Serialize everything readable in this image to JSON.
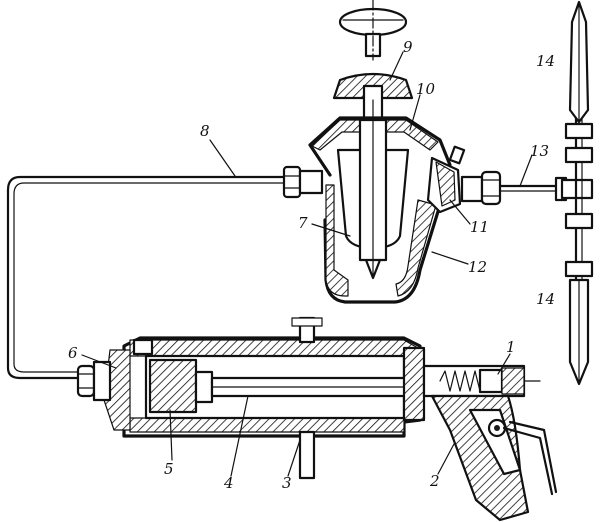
{
  "labels": {
    "l1": "1",
    "l2": "2",
    "l3": "3",
    "l4": "4",
    "l5": "5",
    "l6": "6",
    "l7": "7",
    "l8": "8",
    "l9": "9",
    "l10": "10",
    "l11": "11",
    "l12": "12",
    "l13": "13",
    "l14a": "14",
    "l14b": "14"
  }
}
